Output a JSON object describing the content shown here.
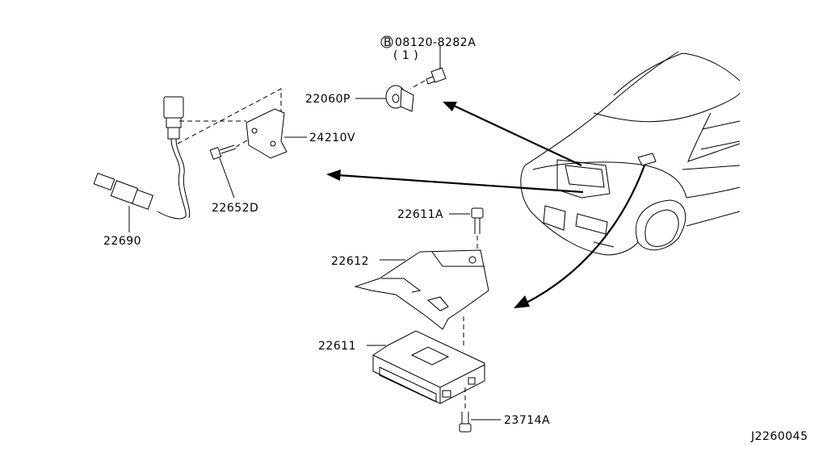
{
  "parts": {
    "bolt_b": "08120-8282A",
    "bolt_b_prefix": "B",
    "bolt_b_qty": "( 1 )",
    "knock_sensor": "22060P",
    "bracket": "24210V",
    "bolt_d": "22652D",
    "o2_sensor": "22690",
    "bolt_a": "22611A",
    "cover": "22612",
    "ecu": "22611",
    "bolt_ecu": "23714A"
  },
  "diagram_id": "J2260045"
}
